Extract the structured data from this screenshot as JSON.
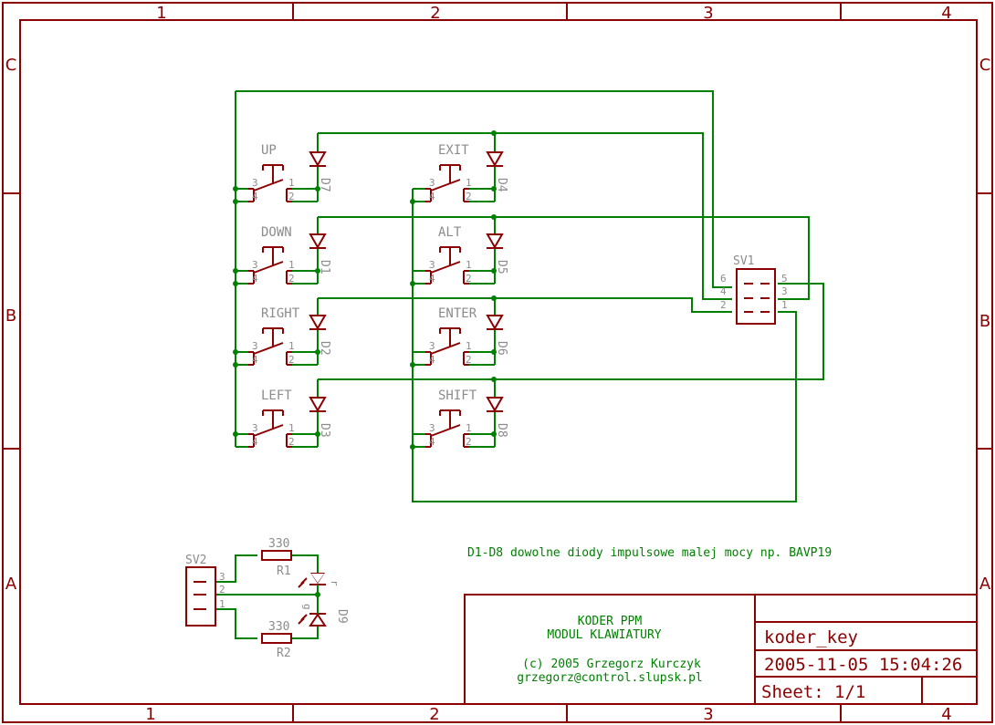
{
  "frame": {
    "columns": [
      "1",
      "2",
      "3",
      "4"
    ],
    "rows": [
      "C",
      "B",
      "A"
    ]
  },
  "keys": [
    {
      "label": "UP",
      "diode": "D7"
    },
    {
      "label": "EXIT",
      "diode": "D4"
    },
    {
      "label": "DOWN",
      "diode": "D1"
    },
    {
      "label": "ALT",
      "diode": "D5"
    },
    {
      "label": "RIGHT",
      "diode": "D2"
    },
    {
      "label": "ENTER",
      "diode": "D6"
    },
    {
      "label": "LEFT",
      "diode": "D3"
    },
    {
      "label": "SHIFT",
      "diode": "D8"
    }
  ],
  "switch_pins": [
    "3",
    "1",
    "4",
    "2"
  ],
  "connector_sv1": {
    "name": "SV1",
    "pins_left": [
      "6",
      "4",
      "2"
    ],
    "pins_right": [
      "5",
      "3",
      "1"
    ]
  },
  "connector_sv2": {
    "name": "SV2",
    "pins": [
      "3",
      "2",
      "1"
    ]
  },
  "resistors": [
    {
      "value": "330",
      "ref": "R1"
    },
    {
      "value": "330",
      "ref": "R2"
    }
  ],
  "led": {
    "ref": "D9",
    "pin_top": "r",
    "pin_bottom": "g"
  },
  "note": "D1-D8 dowolne diody impulsowe malej mocy np. BAVP19",
  "title_block": {
    "line1": "KODER PPM",
    "line2": "MODUL KLAWIATURY",
    "line3": "(c) 2005 Grzegorz Kurczyk",
    "line4": "grzegorz@control.slupsk.pl",
    "name": "koder_key",
    "date": "2005-11-05 15:04:26",
    "sheet_label": "Sheet:",
    "sheet_value": "1/1"
  }
}
